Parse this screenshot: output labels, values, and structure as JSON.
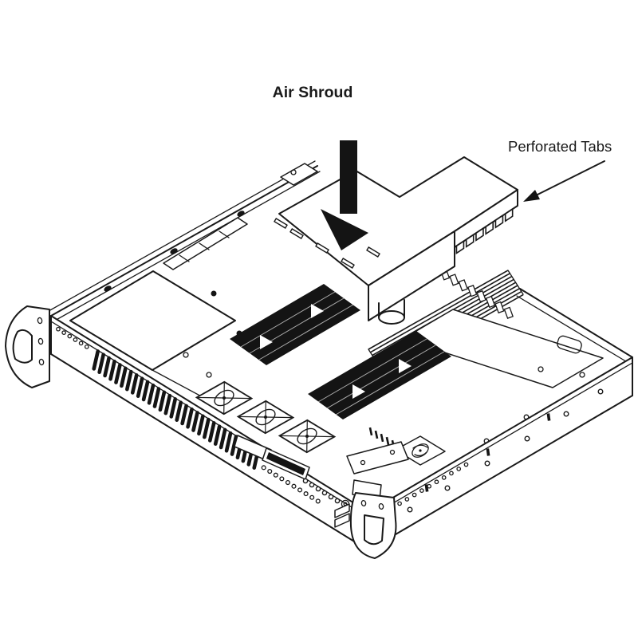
{
  "title": {
    "text": "Air Shroud"
  },
  "callout": {
    "text": "Perforated Tabs"
  },
  "colors": {
    "ink": "#1a1a1a",
    "paper": "#ffffff",
    "solid": "#141414"
  },
  "figure": {
    "type": "technical-illustration",
    "counts": {
      "vent_slots": 30,
      "ear_beads": 6,
      "front_beads": 10,
      "right_wall_beads": 12,
      "right_wall_screws": 6,
      "leds": 6,
      "perforated_tabs": 6,
      "dimm_lines": 9,
      "dimm_clips": 8,
      "fans": 3,
      "shroud_slot_dashes": 5
    }
  }
}
